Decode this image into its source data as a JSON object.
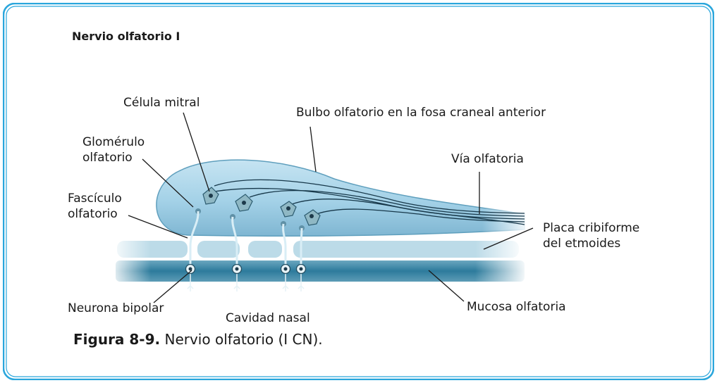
{
  "figure": {
    "title": "Nervio olfatorio I",
    "caption_number": "Figura 8-9.",
    "caption_text": " Nervio olfatorio (I CN)."
  },
  "labels": {
    "mitral_cell": "Célula mitral",
    "olfactory_bulb": "Bulbo olfatorio en la fosa craneal anterior",
    "glomerulus_line1": "Glomérulo",
    "glomerulus_line2": "olfatorio",
    "olfactory_pathway": "Vía olfatoria",
    "fascicle_line1": "Fascículo",
    "fascicle_line2": "olfatorio",
    "cribriform_line1": "Placa cribiforme",
    "cribriform_line2": "del etmoides",
    "bipolar_neuron": "Neurona bipolar",
    "nasal_cavity": "Cavidad nasal",
    "olfactory_mucosa": "Mucosa olfatoria"
  },
  "colors": {
    "frame_border": "#2aa6dc",
    "bulb_fill": "#9fcfe6",
    "bulb_edge": "#5f9fbd",
    "cribriform_fill": "#b7d8e6",
    "mucosa_fill": "#2e7e9e",
    "neuron_fill": "#8fb8c4",
    "neuron_nucleus": "#1d3a4a",
    "leader_line": "#1a1a1a"
  }
}
